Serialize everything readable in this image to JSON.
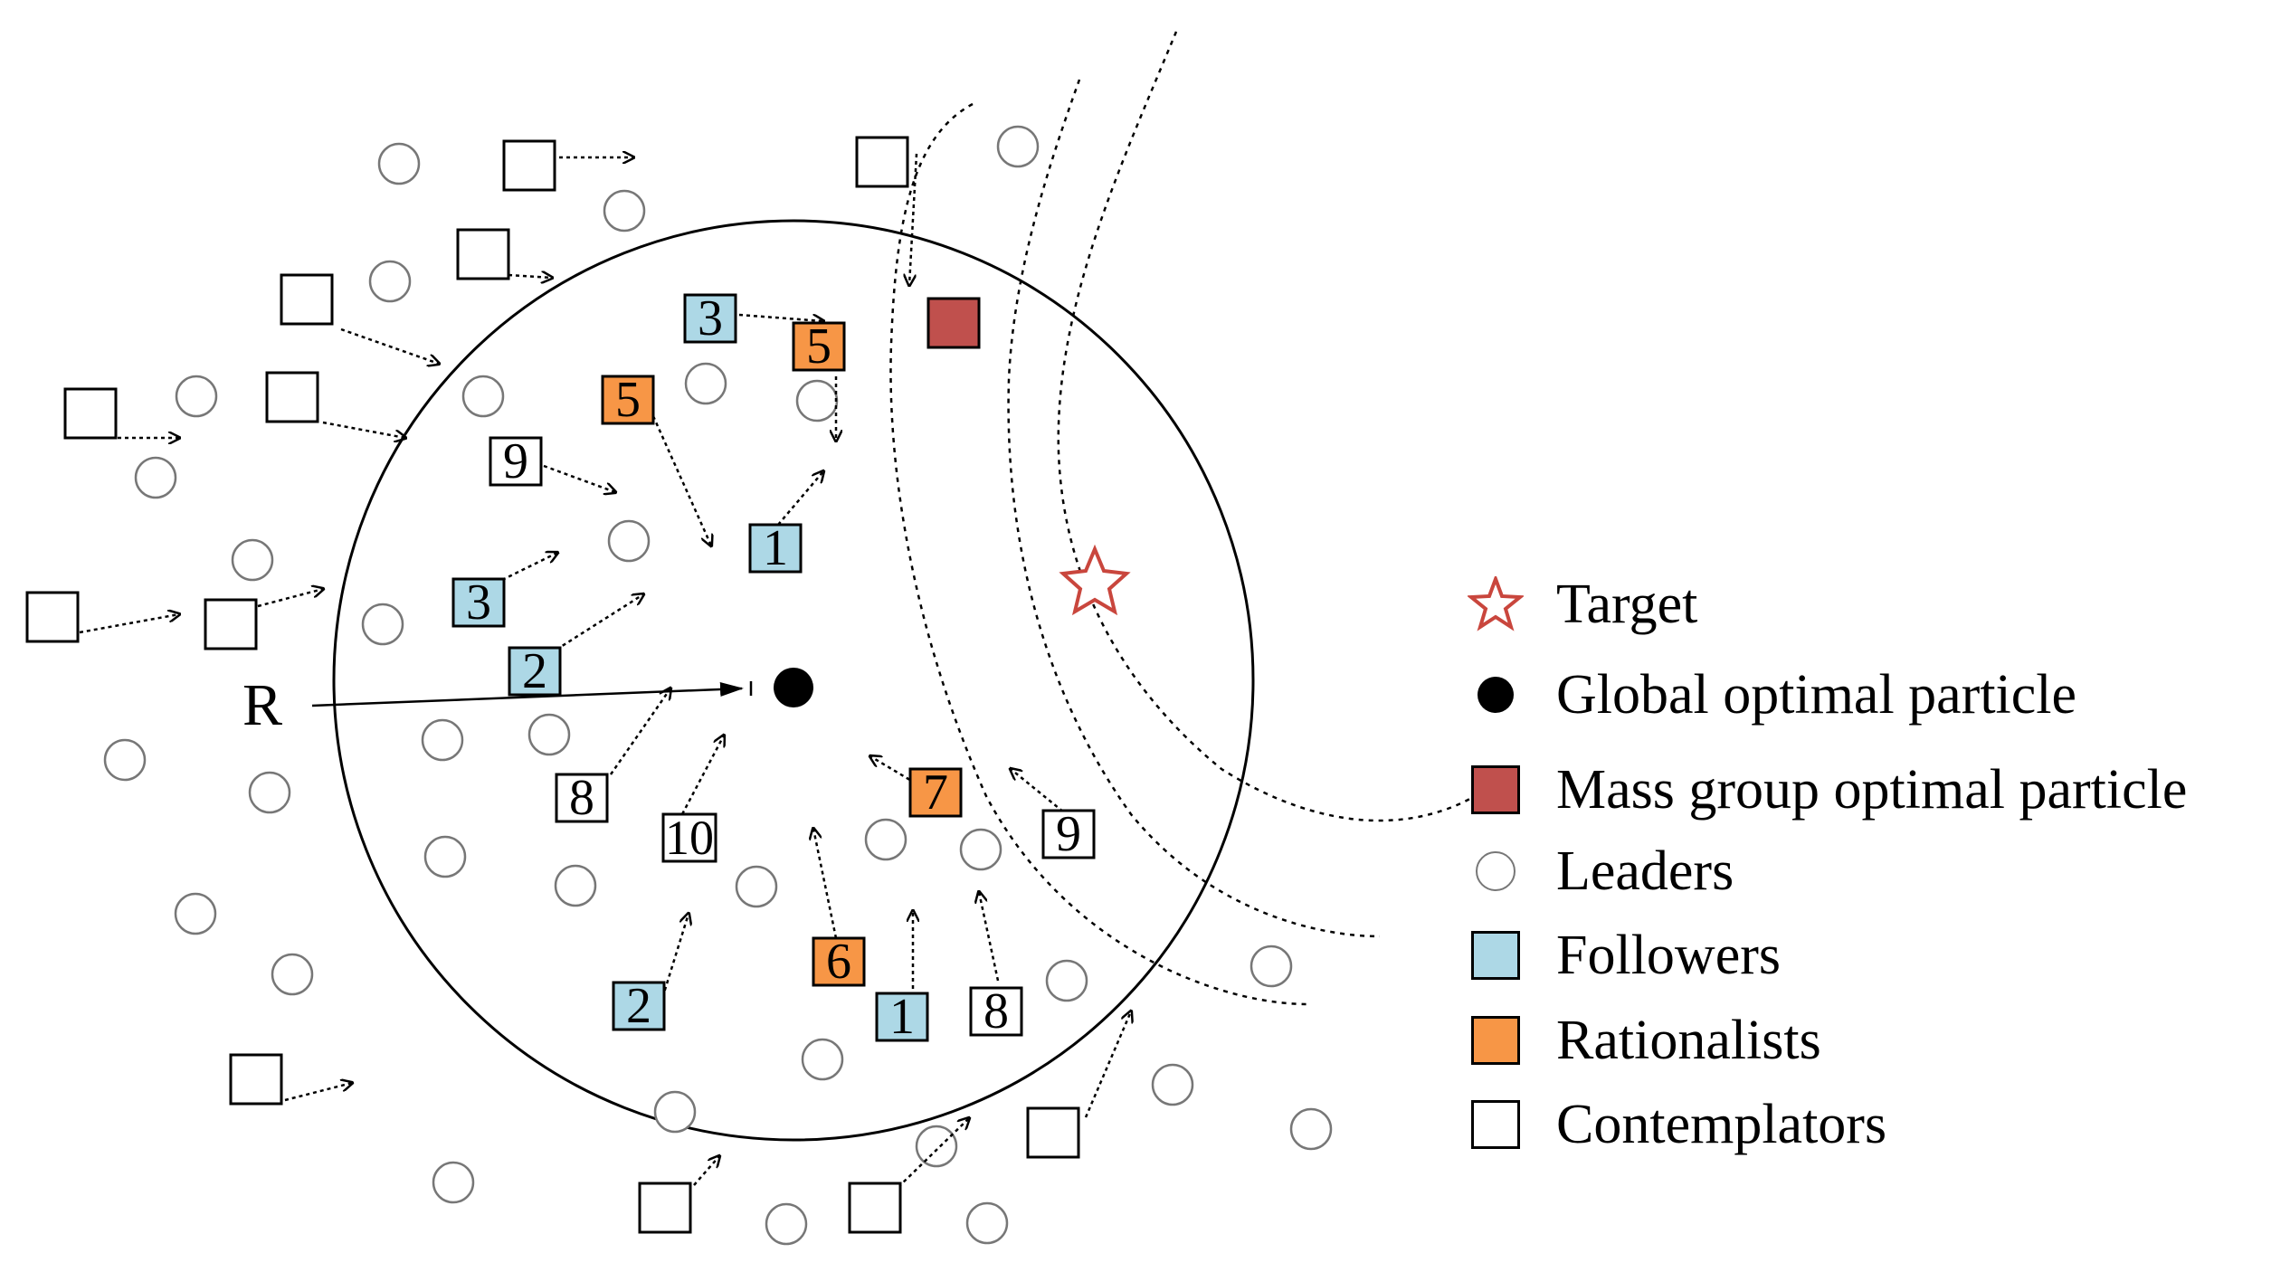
{
  "colors": {
    "target": "#c9463d",
    "mass_group": "#c0504d",
    "follower": "#add8e6",
    "rationalist": "#f79646",
    "contemplator": "#ffffff",
    "leader_stroke": "#777777"
  },
  "radius_label": "R",
  "legend": {
    "target": "Target",
    "global": "Global optimal particle",
    "mass": "Mass group optimal particle",
    "leaders": "Leaders",
    "followers": "Followers",
    "rationalists": "Rationalists",
    "contemplators": "Contemplators"
  },
  "followers": [
    "3",
    "1",
    "3",
    "2",
    "2",
    "1"
  ],
  "rationalists": [
    "5",
    "5",
    "7",
    "6"
  ],
  "contemplators_numbered": [
    "9",
    "8",
    "10",
    "9",
    "8"
  ]
}
